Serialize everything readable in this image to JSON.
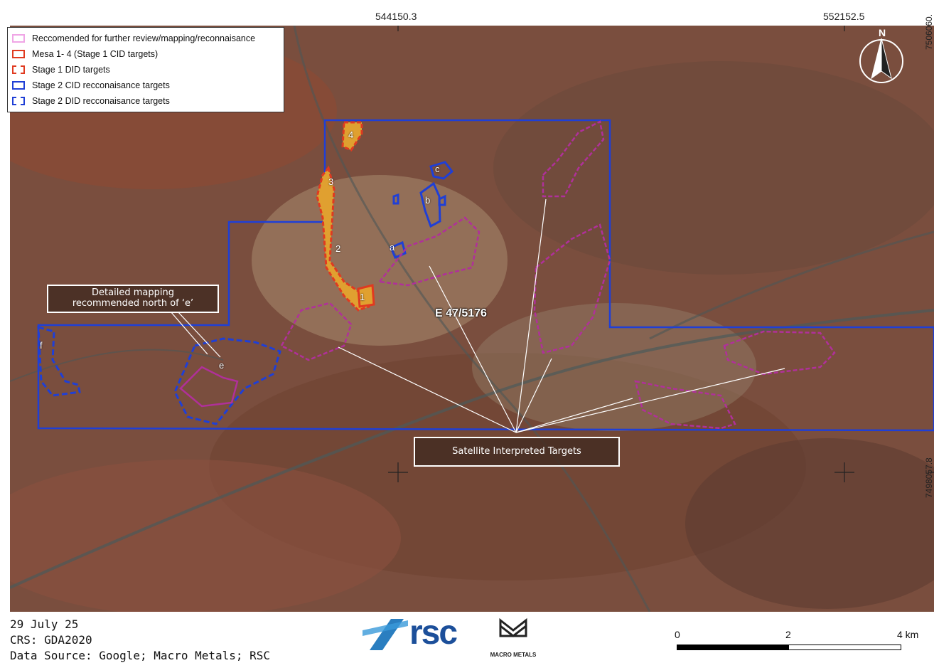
{
  "map": {
    "top_coords": [
      "544150.3",
      "552152.5"
    ],
    "right_coords": [
      "7506060.",
      "7498057.8"
    ],
    "north_label": "N",
    "tenement_label": "E 47/5176",
    "target_labels": [
      "1",
      "2",
      "3",
      "4",
      "a",
      "b",
      "c",
      "e",
      "f"
    ]
  },
  "legend": {
    "items": [
      {
        "label": "Reccomended for further review/mapping/reconnaisance",
        "color": "#f0a6e6",
        "style": "solid"
      },
      {
        "label": "Mesa 1- 4 (Stage 1 CID targets)",
        "color": "#e03a20",
        "style": "solid"
      },
      {
        "label": "Stage 1 DID targets",
        "color": "#e03a20",
        "style": "dashed"
      },
      {
        "label": "Stage 2 CID recconaisance targets",
        "color": "#1f3fd6",
        "style": "solid"
      },
      {
        "label": "Stage 2 DID recconaisance targets",
        "color": "#1f3fd6",
        "style": "dashed"
      }
    ]
  },
  "callouts": {
    "mapping": {
      "line1": "Detailed mapping",
      "line2": "recommended north of ‘e’"
    },
    "satellite": "Satellite Interpreted Targets"
  },
  "footer": {
    "date": "29 July 25",
    "crs": "CRS: GDA2020",
    "source": "Data Source: Google; Macro Metals; RSC",
    "logo_rsc": "rsc",
    "logo_macro": "MACRO METALS"
  },
  "scale": {
    "labels": [
      "0",
      "2",
      "4 km"
    ]
  },
  "colors": {
    "tenement": "#1f3fd6",
    "target_pink": "#b0309a",
    "mesa_red": "#e03a20",
    "mesa_fill": "#e0a030"
  }
}
